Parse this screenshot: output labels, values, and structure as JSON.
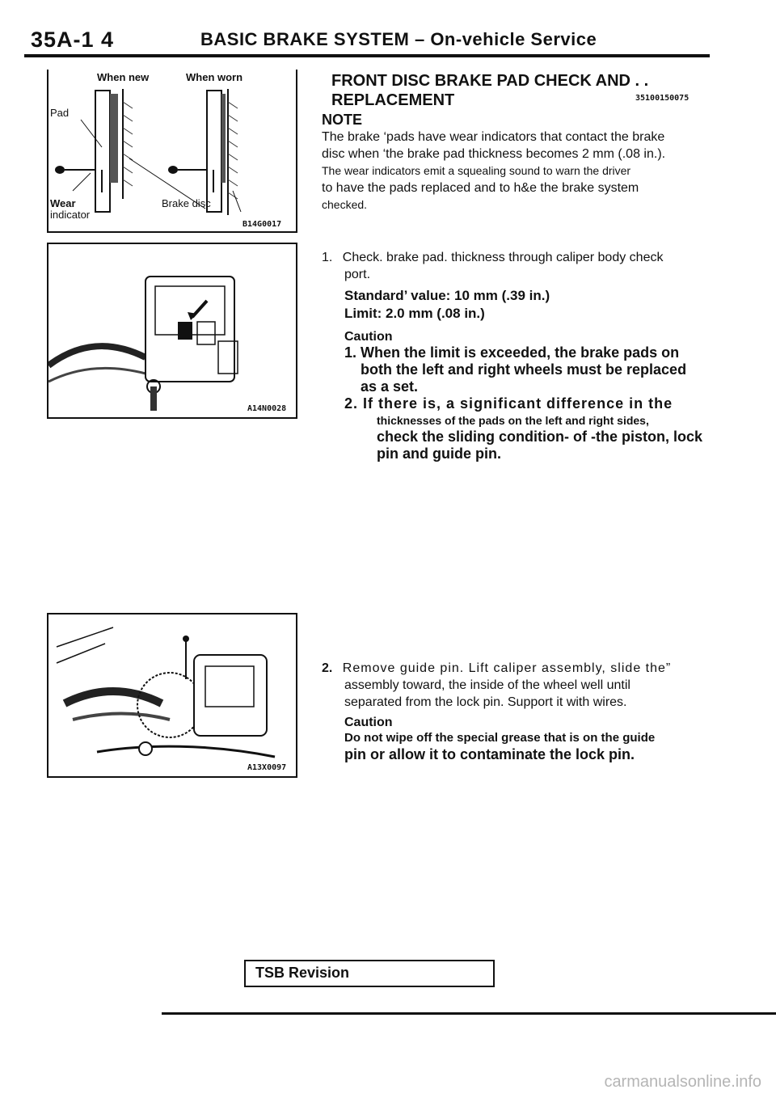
{
  "header": {
    "code": "35A-1 4",
    "title": "BASIC BRAKE SYSTEM – On-vehicle Service"
  },
  "figure1": {
    "label_when_new": "When new",
    "label_when_worn": "When worn",
    "label_pad": "Pad",
    "label_wear": "Wear",
    "label_indicator": "indicator",
    "label_brake_disc": "Brake disc",
    "code": "B14G0017"
  },
  "figure2": {
    "code": "A14N0028"
  },
  "figure3": {
    "code": "A13X0097"
  },
  "section": {
    "title_line1": "FRONT DISC BRAKE PAD CHECK AND . .",
    "title_line2": "REPLACEMENT",
    "code": "35100150075"
  },
  "note": {
    "heading": "NOTE",
    "line1": "The brake ‘pads have wear indicators that contact the brake",
    "line2": "disc when ‘the brake pad thickness becomes 2 mm (.08 in.).",
    "line3": "The wear indicators emit a squealing sound to warn the driver",
    "line4": "to have the pads replaced and to h&e the brake system",
    "line5": "checked."
  },
  "step1": {
    "number": "1.",
    "line1": "Check. brake pad. thickness through caliper body check",
    "line2": "port.",
    "standard": "Standard’ value: 10 mm (.39 in.)",
    "limit": "Limit: 2.0 mm (.08 in.)",
    "caution_heading": "Caution",
    "c1_line1": "1. When the limit is exceeded, the brake pads on",
    "c1_line2": "both the left and right wheels must be replaced",
    "c1_line3": "as a set.",
    "c2_line1": "2. If there is, a significant difference in the",
    "c2_line2": "thicknesses of the pads on the left and right sides,",
    "c2_line3": "check the sliding condition- of -the piston, lock",
    "c2_line4": "pin and guide pin."
  },
  "step2": {
    "number": "2.",
    "line1": "Remove guide pin. Lift caliper assembly, slide the”",
    "line2": "assembly toward, the inside of the wheel well until",
    "line3": "separated from the lock pin. Support it with wires.",
    "caution_heading": "Caution",
    "c_line1": "Do not wipe off the special grease that is on the guide",
    "c_line2": "pin or allow it to contaminate the lock pin."
  },
  "tsb": {
    "label": "TSB Revision"
  },
  "footer": {
    "watermark": "carmanualsonline.info"
  }
}
